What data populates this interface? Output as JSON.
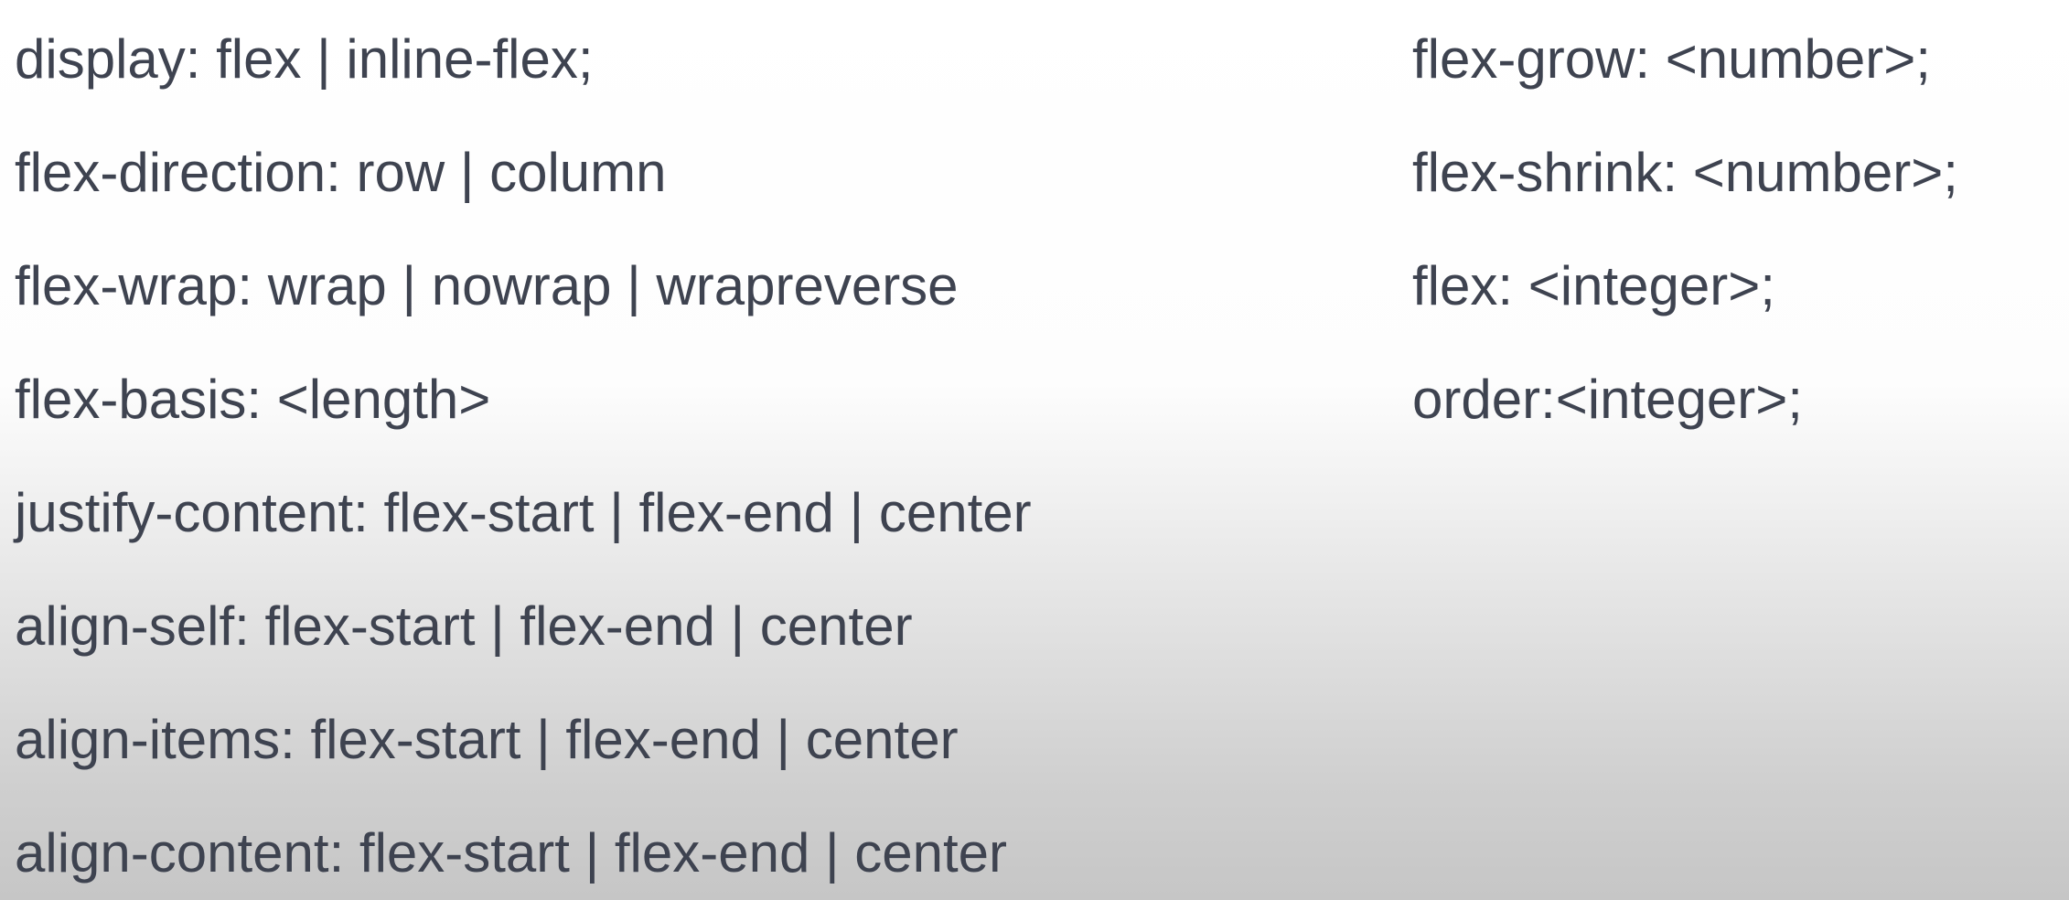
{
  "left_column": [
    "display: flex | inline-flex;",
    "flex-direction: row | column",
    "flex-wrap: wrap | nowrap | wrapreverse",
    "flex-basis: <length>",
    "justify-content: flex-start | flex-end | center",
    "align-self: flex-start | flex-end | center",
    "align-items: flex-start | flex-end | center",
    "align-content: flex-start | flex-end | center"
  ],
  "right_column": [
    "flex-grow: <number>;",
    "flex-shrink: <number>;",
    "flex: <integer>;",
    "order:<integer>;"
  ],
  "colors": {
    "text": "#3e4350",
    "background_top": "#ffffff",
    "background_bottom": "#c6c6c6"
  }
}
